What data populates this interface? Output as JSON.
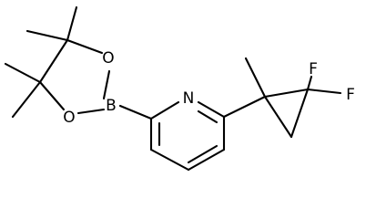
{
  "molecule": {
    "atoms": {
      "N": "N",
      "B": "B",
      "O_top": "O",
      "O_bottom": "O",
      "F_top": "F",
      "F_right": "F"
    }
  }
}
